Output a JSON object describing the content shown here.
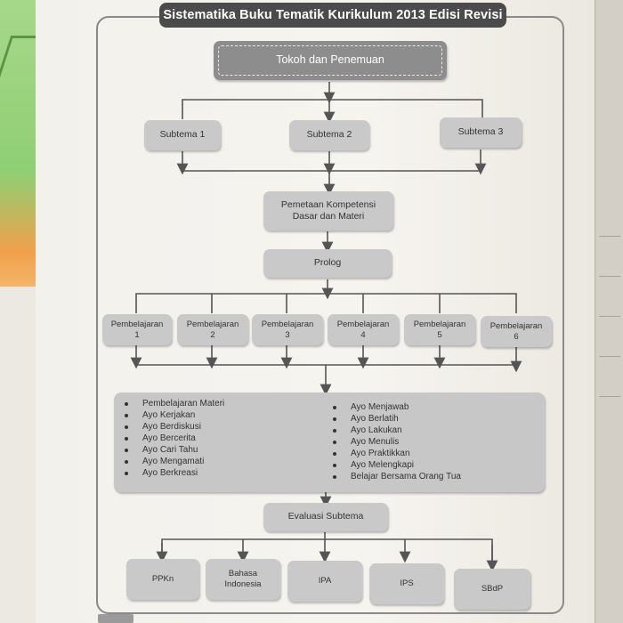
{
  "header": {
    "title": "Sistematika Buku Tematik Kurikulum 2013 Edisi Revisi"
  },
  "top_box": {
    "label": "Tokoh dan Penemuan"
  },
  "subtemas": [
    "Subtema 1",
    "Subtema 2",
    "Subtema 3"
  ],
  "pemetaan": {
    "line1": "Pemetaan Kompetensi",
    "line2": "Dasar dan Materi"
  },
  "prolog": {
    "label": "Prolog"
  },
  "pembelajaran": [
    {
      "l1": "Pembelajaran",
      "l2": "1"
    },
    {
      "l1": "Pembelajaran",
      "l2": "2"
    },
    {
      "l1": "Pembelajaran",
      "l2": "3"
    },
    {
      "l1": "Pembelajaran",
      "l2": "4"
    },
    {
      "l1": "Pembelajaran",
      "l2": "5"
    },
    {
      "l1": "Pembelajaran",
      "l2": "6"
    }
  ],
  "activities_left": [
    "Pembelajaran Materi",
    "Ayo Kerjakan",
    "Ayo Berdiskusi",
    "Ayo Bercerita",
    "Ayo Cari Tahu",
    "Ayo Mengamati",
    "Ayo Berkreasi"
  ],
  "activities_right": [
    "Ayo Menjawab",
    "Ayo Berlatih",
    "Ayo Lakukan",
    "Ayo Menulis",
    "Ayo Praktikkan",
    "Ayo Melengkapi",
    "Belajar Bersama Orang Tua"
  ],
  "evaluasi": {
    "label": "Evaluasi Subtema"
  },
  "subjects": [
    {
      "l1": "PPKn",
      "l2": ""
    },
    {
      "l1": "Bahasa",
      "l2": "Indonesia"
    },
    {
      "l1": "IPA",
      "l2": ""
    },
    {
      "l1": "IPS",
      "l2": ""
    },
    {
      "l1": "SBdP",
      "l2": ""
    }
  ],
  "colors": {
    "dark_box": "#8d8d8d",
    "light_box": "#c9c9c9",
    "banner": "#4b4b4b",
    "lines": "#555555"
  }
}
